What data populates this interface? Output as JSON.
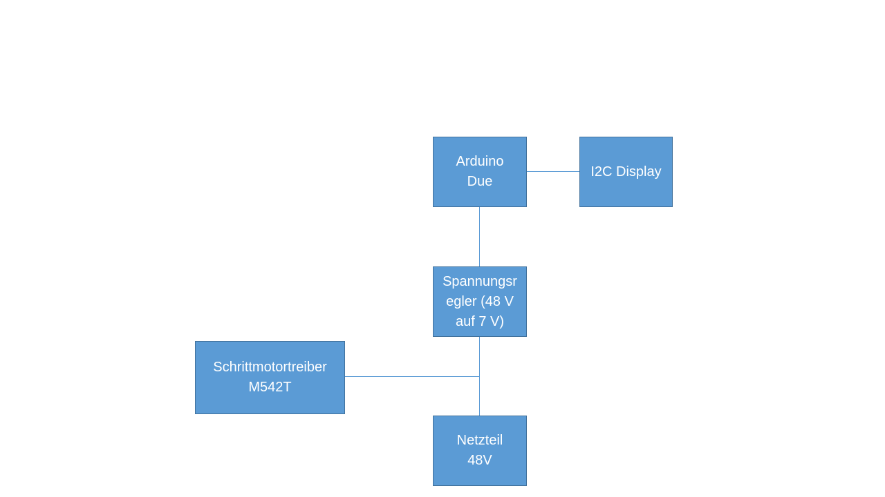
{
  "diagram": {
    "colors": {
      "block_fill": "#5b9bd5",
      "block_border": "#41719c",
      "connector": "#5b9bd5",
      "text": "#ffffff",
      "background": "#ffffff"
    },
    "blocks": {
      "arduino": {
        "label": "Arduino\nDue"
      },
      "display": {
        "label": "I2C Display"
      },
      "regler": {
        "label": "Spannungsr\negler (48 V\nauf 7 V)"
      },
      "stepper": {
        "label": "Schrittmotortreiber\nM542T"
      },
      "netzteil": {
        "label": "Netzteil\n48V"
      }
    },
    "connections": [
      {
        "from": "arduino",
        "to": "display"
      },
      {
        "from": "arduino",
        "to": "regler"
      },
      {
        "from": "regler",
        "to": "netzteil"
      },
      {
        "from": "stepper",
        "to": "regler-netzteil-line"
      }
    ]
  }
}
